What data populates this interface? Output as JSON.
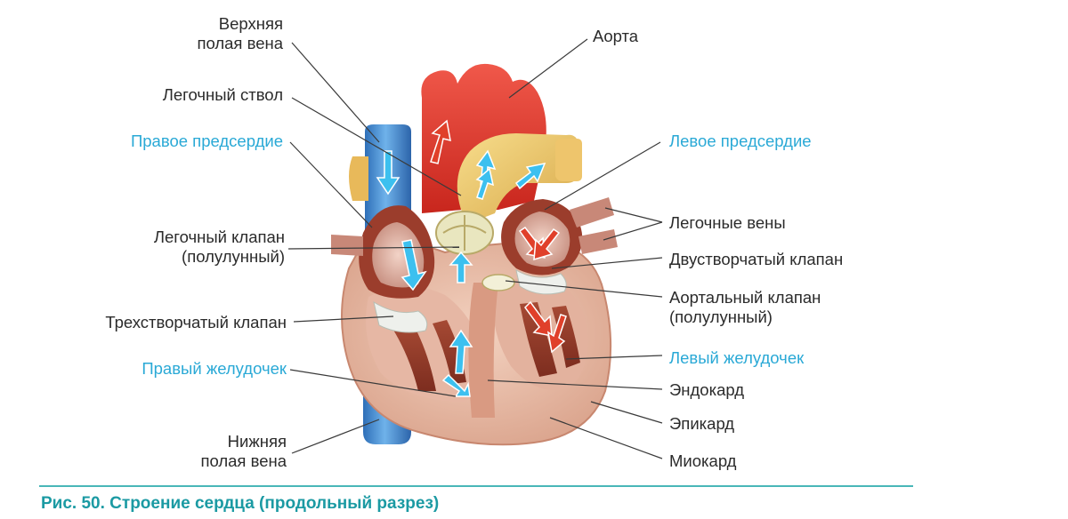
{
  "labels": {
    "superior_vena_cava_1": "Верхняя",
    "superior_vena_cava_2": "полая вена",
    "pulmonary_trunk": "Легочный ствол",
    "right_atrium": "Правое предсердие",
    "pulmonary_valve_1": "Легочный клапан",
    "pulmonary_valve_2": "(полулунный)",
    "tricuspid_valve": "Трехстворчатый клапан",
    "right_ventricle": "Правый желудочек",
    "inferior_vena_cava_1": "Нижняя",
    "inferior_vena_cava_2": "полая вена",
    "aorta": "Аорта",
    "left_atrium": "Левое предсердие",
    "pulmonary_veins": "Легочные вены",
    "mitral_valve": "Двустворчатый клапан",
    "aortic_valve_1": "Аортальный клапан",
    "aortic_valve_2": "(полулунный)",
    "left_ventricle": "Левый желудочек",
    "endocardium": "Эндокард",
    "epicardium": "Эпикард",
    "myocardium": "Миокард"
  },
  "caption": "Рис. 50. Строение сердца (продольный разрез)",
  "colors": {
    "label_text": "#2b2b2b",
    "highlight_label": "#2aa9d6",
    "caption": "#1b9aa3",
    "caption_rule": "#49b7b8",
    "vena_cava_blue": "#3f8fd2",
    "aorta_red": "#e8372a",
    "pulmonary_yellow": "#f0cf6e",
    "myocardium_pink": "#edc4b0",
    "arrow_blue": "#3cc0ef",
    "arrow_red": "#e0402a"
  }
}
